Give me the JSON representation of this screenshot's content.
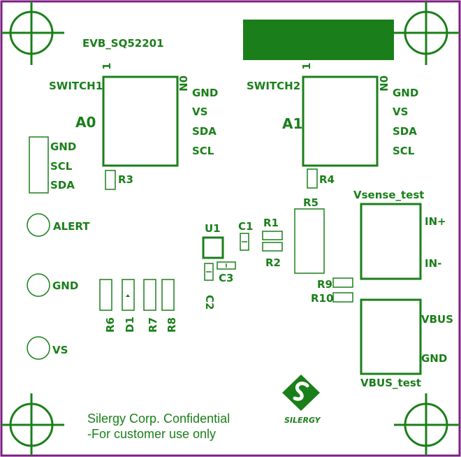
{
  "colors": {
    "silkscreen": "#1a7f1a",
    "board_edge": "#7a1f80",
    "background": "#ffffff"
  },
  "board": {
    "title": "EVB_SQ52201",
    "switch1": {
      "label": "SWITCH1",
      "pin1": "1",
      "pin0": "0N",
      "addr": "A0"
    },
    "switch2": {
      "label": "SWITCH2",
      "pin1": "1",
      "pin0": "0N",
      "addr": "A1"
    },
    "header_left_labels": [
      "GND",
      "VS",
      "SDA",
      "SCL"
    ],
    "header_right_labels": [
      "GND",
      "VS",
      "SDA",
      "SCL"
    ],
    "connector_labels": [
      "GND",
      "SCL",
      "SDA"
    ],
    "testpoints": [
      "ALERT",
      "GND",
      "VS"
    ],
    "refs": {
      "r3": "R3",
      "r4": "R4",
      "r5": "R5",
      "r1": "R1",
      "r2": "R2",
      "r9": "R9",
      "r10": "R10",
      "u1": "U1",
      "c1": "C1",
      "c2": "C2",
      "c3": "C3",
      "r6": "R6",
      "d1": "D1",
      "r7": "R7",
      "r8": "R8"
    },
    "vsense": {
      "title": "Vsense_test",
      "in_plus": "IN+",
      "in_minus": "IN-"
    },
    "vbus": {
      "title": "VBUS_test",
      "vbus": "VBUS",
      "gnd": "GND"
    },
    "confidential_line1": "Silergy Corp. Confidential",
    "confidential_line2": "-For customer use only",
    "logo_text": "SILERGY",
    "icons": [
      "crosshair-icon",
      "silergy-logo-icon"
    ]
  }
}
